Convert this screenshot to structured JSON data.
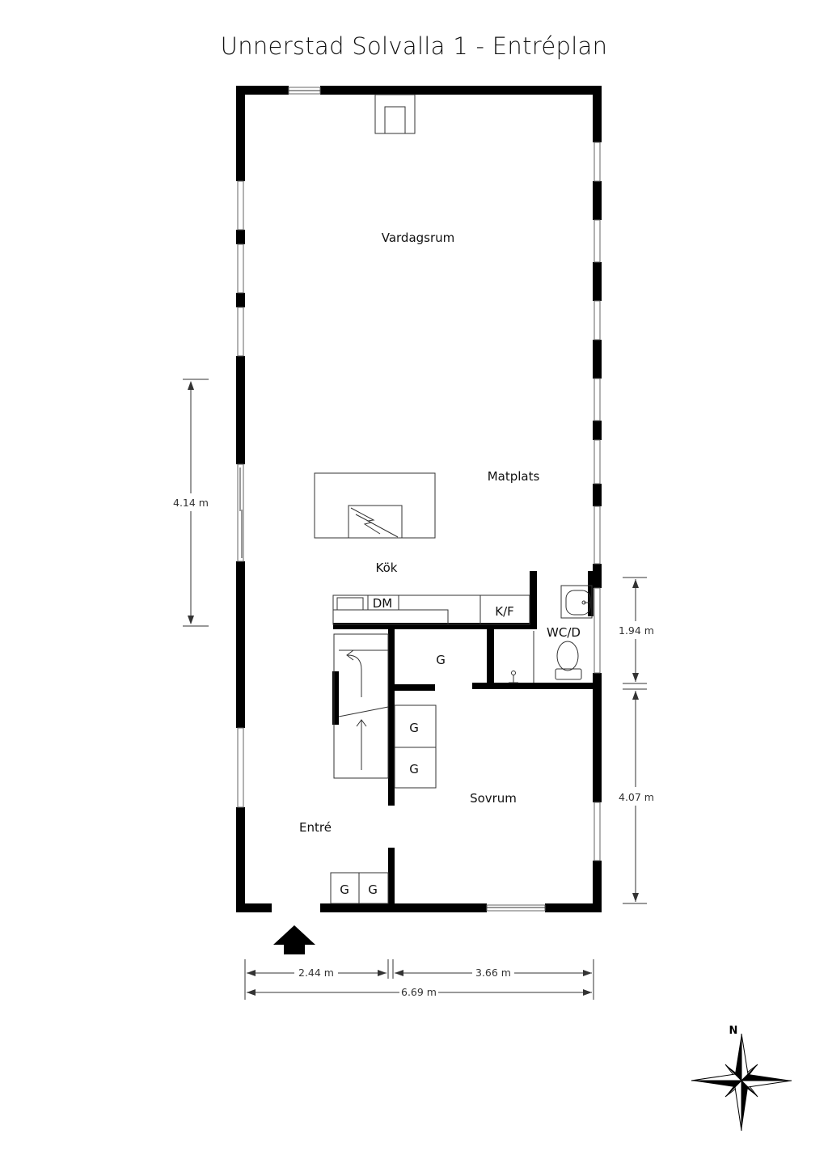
{
  "title": "Unnerstad Solvalla 1 - Entréplan",
  "rooms": {
    "living": "Vardagsrum",
    "dining": "Matplats",
    "kitchen": "Kök",
    "wc": "WC/D",
    "bedroom": "Sovrum",
    "entry": "Entré",
    "closet": "G"
  },
  "fixtures": {
    "dishwasher": "DM",
    "fridge_freezer": "K/F",
    "storage": "G"
  },
  "dimensions": {
    "left": "4.14 m",
    "right_upper": "1.94 m",
    "right_lower": "4.07 m",
    "bottom_left": "2.44 m",
    "bottom_right": "3.66 m",
    "bottom_total": "6.69 m"
  },
  "compass": {
    "north": "N"
  },
  "icons": [
    "entrance-arrow-icon",
    "compass-rose-icon",
    "toilet-icon",
    "sink-icon",
    "stove-icon",
    "fireplace-icon",
    "stair-arrow-icon"
  ]
}
